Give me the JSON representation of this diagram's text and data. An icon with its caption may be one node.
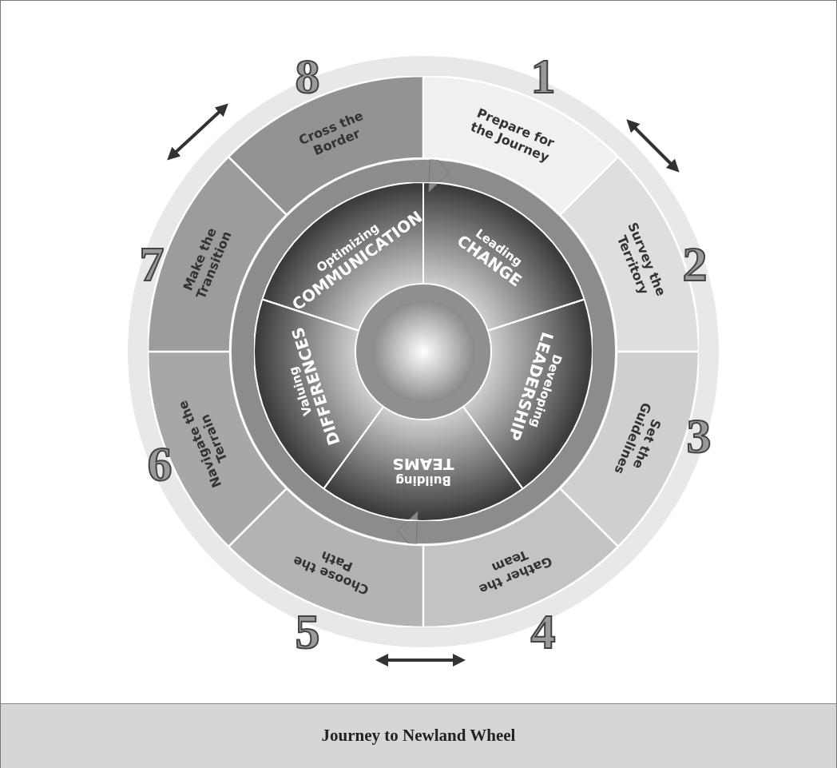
{
  "diagram": {
    "caption": "Journey to Newland Wheel",
    "nodes": [
      {
        "text": [
          "Prepare for the Journey"
        ]
      },
      {
        "text": [
          "Survey the Territory"
        ]
      },
      {
        "text": [
          "Set the Guidelines"
        ]
      },
      {
        "text": [
          "Gather the Team"
        ]
      },
      {
        "text": [
          "Choose the Path"
        ]
      },
      {
        "text": [
          "Navigate the Terrain"
        ]
      },
      {
        "text": [
          "Make the Transition"
        ]
      },
      {
        "text": [
          "Cross the Border"
        ]
      },
      {
        "text": [
          "Leading",
          "CHANGE"
        ]
      },
      {
        "text": [
          "Developing",
          "LEADERSHIP"
        ]
      },
      {
        "text": [
          "Building",
          "TEAMS"
        ]
      },
      {
        "text": [
          "Valuing",
          "DIFFERENCES"
        ]
      },
      {
        "text": [
          "Optimizing",
          "COMMUNICATION"
        ]
      }
    ],
    "labels": [
      "8",
      "1",
      "7",
      "2",
      "3",
      "6",
      "5",
      "4"
    ]
  }
}
